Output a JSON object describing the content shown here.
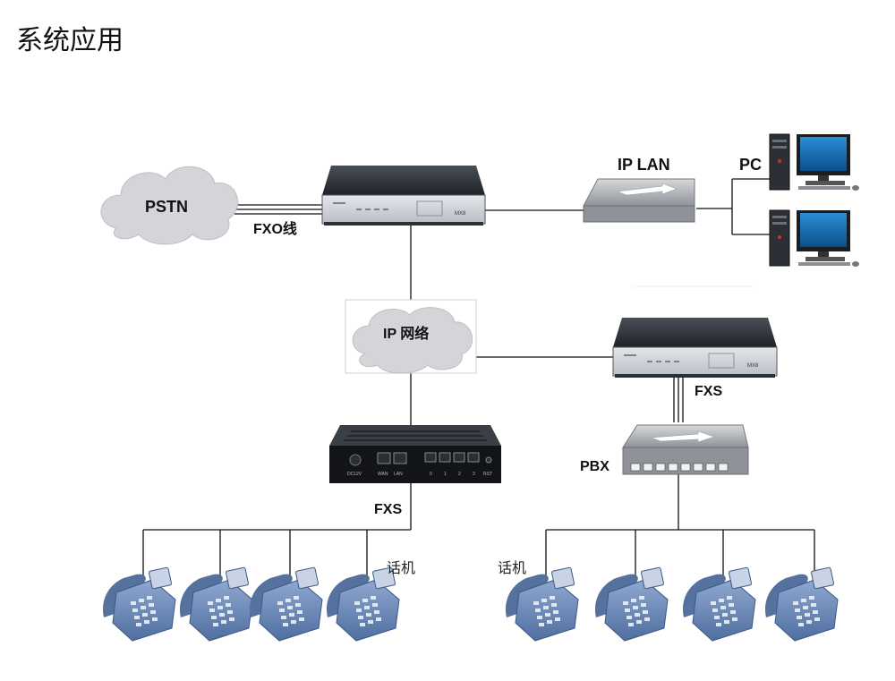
{
  "title": "系统应用",
  "labels": {
    "pstn": "PSTN",
    "fxo_line": "FXO线",
    "ip_lan": "IP LAN",
    "pc": "PC",
    "ip_network": "IP 网络",
    "fxs_right": "FXS",
    "pbx": "PBX",
    "fxs_left": "FXS",
    "phone_left": "话机",
    "phone_right": "话机"
  },
  "devices": {
    "gateway_top_model": "MX8",
    "gateway_right_model": "MX8",
    "ata_ports": [
      "DC12V",
      "WAN",
      "LAN",
      "0",
      "1",
      "2",
      "3",
      "RST"
    ]
  },
  "colors": {
    "cloud": "#d3d5d8",
    "device_dark": "#2b2f36",
    "device_face": "#cfd3d8",
    "switch": "#9ea2a8",
    "phone": "#6f8fbe",
    "line": "#111111"
  }
}
